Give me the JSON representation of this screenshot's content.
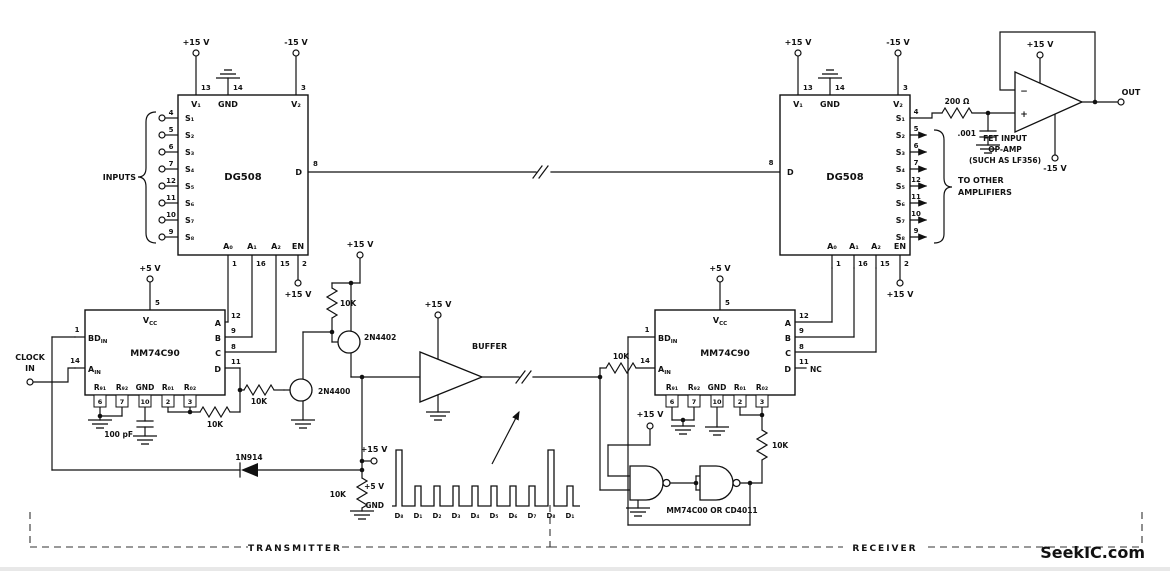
{
  "sections": {
    "transmitter": "TRANSMITTER",
    "receiver": "RECEIVER"
  },
  "watermark": "SeekIC.com",
  "tx": {
    "mux": {
      "name": "DG508",
      "vplus": "+15 V",
      "vminus": "-15 V",
      "pin13": "13",
      "pin14": "14",
      "pin3": "3",
      "v1": "V₁",
      "gndlbl": "GND",
      "v2": "V₂",
      "inputs": "INPUTS",
      "s": [
        {
          "n": "4",
          "l": "S₁"
        },
        {
          "n": "5",
          "l": "S₂"
        },
        {
          "n": "6",
          "l": "S₃"
        },
        {
          "n": "7",
          "l": "S₄"
        },
        {
          "n": "12",
          "l": "S₅"
        },
        {
          "n": "11",
          "l": "S₆"
        },
        {
          "n": "10",
          "l": "S₇"
        },
        {
          "n": "9",
          "l": "S₈"
        }
      ],
      "d": "D",
      "pin8": "8",
      "a0": "A₀",
      "a1": "A₁",
      "a2": "A₂",
      "en": "EN",
      "pin1": "1",
      "pin16": "16",
      "pin15": "15",
      "pin2": "2",
      "en_supply": "+15 V"
    },
    "counter": {
      "name": "MM74C90",
      "supply": "+5 V",
      "pin5": "5",
      "vcc_m": "V",
      "vcc_s": "CC",
      "pin1": "1",
      "bd_m": "BD",
      "bd_s": "IN",
      "pin14": "14",
      "ain_m": "A",
      "ain_s": "IN",
      "qa": "A",
      "qb": "B",
      "qc": "C",
      "qd": "D",
      "pin12": "12",
      "pin9": "9",
      "pin8": "8",
      "pin11": "11",
      "r91": "R₉₁",
      "r92": "R₉₂",
      "gndlbl": "GND",
      "r01": "R₀₁",
      "r02": "R₀₂",
      "pin6": "6",
      "pin7": "7",
      "pin10": "10",
      "pin2": "2",
      "pin3": "3"
    },
    "clock1": "CLOCK",
    "clock2": "IN",
    "cap": "100 pF",
    "r_top": "10K",
    "r_base": "10K",
    "r_reset": "10K",
    "r_bleed": "10K",
    "q_npn": "2N4400",
    "q_pnp": "2N4402",
    "v_q": "+15 V",
    "diode": "1N914",
    "v_clamp": "+15 V",
    "buffer_label": "BUFFER",
    "v_buffer": "+15 V"
  },
  "wave": {
    "vhigh": "+5 V",
    "gndlbl": "GND",
    "ticks": [
      "D₈",
      "D₁",
      "D₂",
      "D₃",
      "D₄",
      "D₅",
      "D₆",
      "D₇",
      "D₈",
      "D₁"
    ]
  },
  "rx": {
    "mux": {
      "name": "DG508",
      "vplus": "+15 V",
      "vminus": "-15 V",
      "pin13": "13",
      "pin14": "14",
      "pin3": "3",
      "v1": "V₁",
      "gndlbl": "GND",
      "v2": "V₂",
      "s": [
        {
          "n": "4",
          "l": "S₁"
        },
        {
          "n": "5",
          "l": "S₂"
        },
        {
          "n": "6",
          "l": "S₃"
        },
        {
          "n": "7",
          "l": "S₄"
        },
        {
          "n": "12",
          "l": "S₅"
        },
        {
          "n": "11",
          "l": "S₆"
        },
        {
          "n": "10",
          "l": "S₇"
        },
        {
          "n": "9",
          "l": "S₈"
        }
      ],
      "d": "D",
      "pin8": "8",
      "a0": "A₀",
      "a1": "A₁",
      "a2": "A₂",
      "en": "EN",
      "pin1": "1",
      "pin16": "16",
      "pin15": "15",
      "pin2": "2",
      "en_supply": "+15 V",
      "to1": "TO OTHER",
      "to2": "AMPLIFIERS"
    },
    "counter": {
      "name": "MM74C90",
      "supply": "+5 V",
      "pin5": "5",
      "vcc_m": "V",
      "vcc_s": "CC",
      "pin1": "1",
      "bd_m": "BD",
      "bd_s": "IN",
      "pin14": "14",
      "ain_m": "A",
      "ain_s": "IN",
      "qa": "A",
      "qb": "B",
      "qc": "C",
      "qd": "D",
      "nc": "NC",
      "pin12": "12",
      "pin9": "9",
      "pin8": "8",
      "pin11": "11",
      "r91": "R₉₁",
      "r92": "R₉₂",
      "gndlbl": "GND",
      "r01": "R₀₁",
      "r02": "R₀₂",
      "pin6": "6",
      "pin7": "7",
      "pin10": "10",
      "pin2": "2",
      "pin3": "3"
    },
    "r_in": "10K",
    "r_pull": "10K",
    "v_nand": "+15 V",
    "nand_label": "MM74C00 OR CD4011",
    "r_out": "200 Ω",
    "cap": ".001",
    "opamp": {
      "vplus": "+15 V",
      "vminus": "-15 V",
      "out": "OUT",
      "minus": "−",
      "plus": "+",
      "d1": "FET INPUT",
      "d2": "OP-AMP",
      "d3": "(SUCH AS LF356)"
    }
  }
}
